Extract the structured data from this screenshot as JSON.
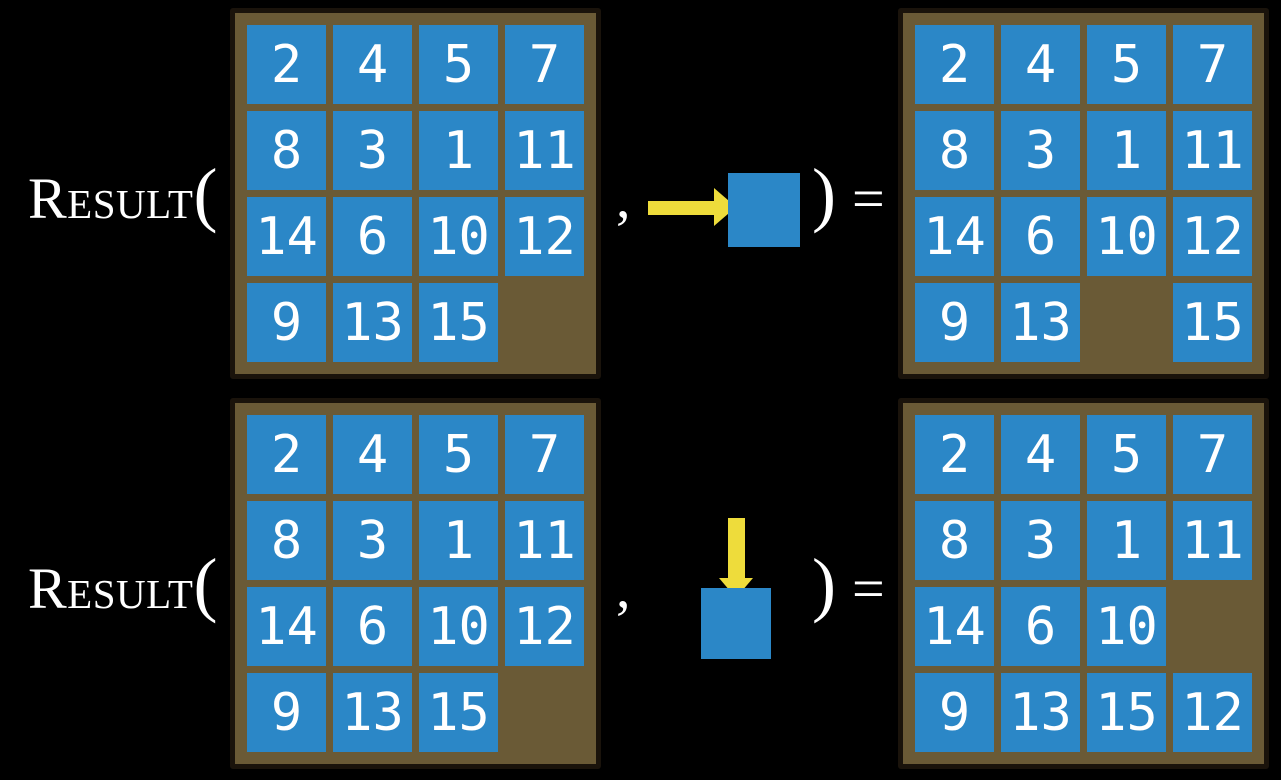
{
  "figure": {
    "description": "Sliding 15-puzzle RESULT function illustration with two example moves",
    "colors": {
      "bg_black": "#000000",
      "tile_blue": "#2b87c7",
      "board_brown": "#6a5a36",
      "board_border": "#1a130b",
      "arrow_yellow": "#eedc3b",
      "text_white": "#ffffff"
    },
    "rows": [
      {
        "function_name": "Result",
        "open_paren": "(",
        "comma": ",",
        "close_paren": ")",
        "equals": "=",
        "action": "move-tile-right",
        "action_icon": "right-arrow-icon",
        "input_board": [
          [
            2,
            4,
            5,
            7
          ],
          [
            8,
            3,
            1,
            11
          ],
          [
            14,
            6,
            10,
            12
          ],
          [
            9,
            13,
            15,
            null
          ]
        ],
        "output_board": [
          [
            2,
            4,
            5,
            7
          ],
          [
            8,
            3,
            1,
            11
          ],
          [
            14,
            6,
            10,
            12
          ],
          [
            9,
            13,
            null,
            15
          ]
        ]
      },
      {
        "function_name": "Result",
        "open_paren": "(",
        "comma": ",",
        "close_paren": ")",
        "equals": "=",
        "action": "move-tile-down",
        "action_icon": "down-arrow-icon",
        "input_board": [
          [
            2,
            4,
            5,
            7
          ],
          [
            8,
            3,
            1,
            11
          ],
          [
            14,
            6,
            10,
            12
          ],
          [
            9,
            13,
            15,
            null
          ]
        ],
        "output_board": [
          [
            2,
            4,
            5,
            7
          ],
          [
            8,
            3,
            1,
            11
          ],
          [
            14,
            6,
            10,
            null
          ],
          [
            9,
            13,
            15,
            12
          ]
        ]
      }
    ]
  }
}
